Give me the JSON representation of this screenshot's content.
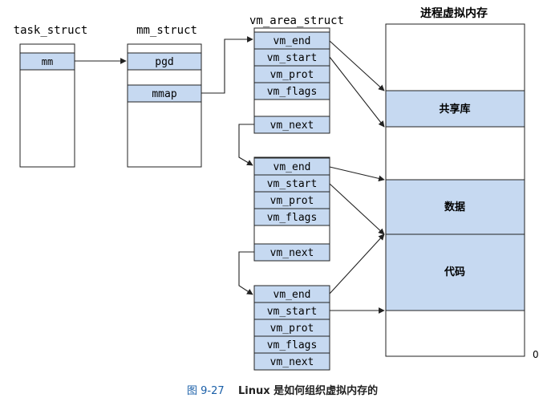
{
  "labels": {
    "task_struct": "task_struct",
    "mm_struct": "mm_struct",
    "vm_area_struct": "vm_area_struct",
    "process_vm": "进程虚拟内存"
  },
  "task_struct": {
    "field": "mm"
  },
  "mm_struct": {
    "fields": [
      "pgd",
      "mmap"
    ]
  },
  "vm_area_struct_fields": {
    "vm_end": "vm_end",
    "vm_start": "vm_start",
    "vm_prot": "vm_prot",
    "vm_flags": "vm_flags",
    "vm_next": "vm_next"
  },
  "process_vm": {
    "regions": [
      "共享库",
      "数据",
      "代码"
    ],
    "bottom_address": "0"
  },
  "caption": {
    "figure_number": "图 9-27",
    "text": "Linux 是如何组织虚拟内存的"
  },
  "colors": {
    "field_fill": "#c6d9f1",
    "region_fill": "#c6d9f1",
    "caption_number": "#1a5fa8",
    "line": "#222222"
  }
}
